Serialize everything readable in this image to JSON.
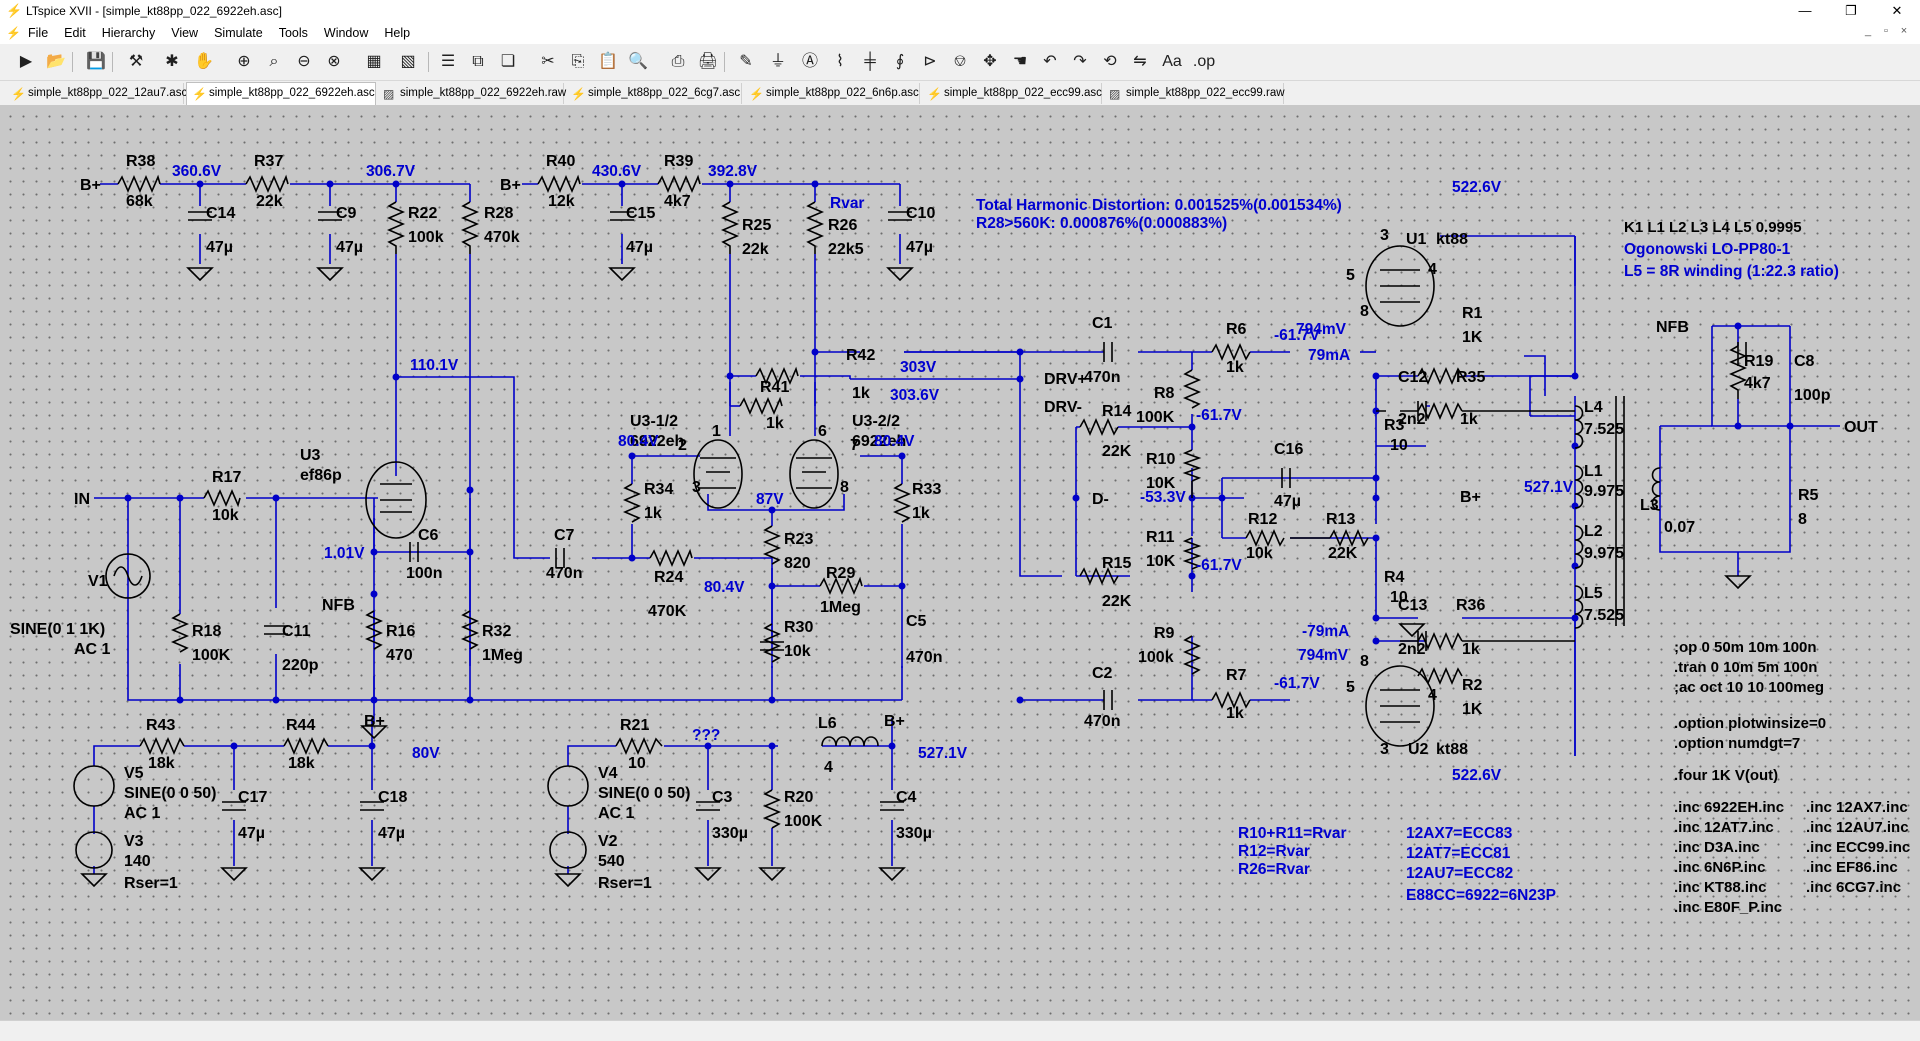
{
  "window": {
    "title": "LTspice XVII - [simple_kt88pp_022_6922eh.asc]",
    "controls": [
      "minimize-icon",
      "restore-icon",
      "close-icon"
    ]
  },
  "menu": [
    "File",
    "Edit",
    "Hierarchy",
    "View",
    "Simulate",
    "Tools",
    "Window",
    "Help"
  ],
  "tabs": [
    {
      "label": "simple_kt88pp_022_12au7.asc",
      "type": "schematic"
    },
    {
      "label": "simple_kt88pp_022_6922eh.asc",
      "type": "schematic",
      "active": true
    },
    {
      "label": "simple_kt88pp_022_6922eh.raw",
      "type": "waveform"
    },
    {
      "label": "simple_kt88pp_022_6cg7.asc",
      "type": "schematic"
    },
    {
      "label": "simple_kt88pp_022_6n6p.asc",
      "type": "schematic"
    },
    {
      "label": "simple_kt88pp_022_ecc99.asc",
      "type": "schematic"
    },
    {
      "label": "simple_kt88pp_022_ecc99.raw",
      "type": "waveform"
    }
  ],
  "labels": {
    "R38": "R38",
    "R38v": "68k",
    "R37": "R37",
    "R37v": "22k",
    "R40": "R40",
    "R40v": "12k",
    "R39": "R39",
    "R39v": "4k7",
    "C14": "C14",
    "C14v": "47µ",
    "C9": "C9",
    "C9v": "47µ",
    "C15": "C15",
    "C15v": "47µ",
    "C10": "C10",
    "C10v": "47µ",
    "R22": "R22",
    "R22v": "100k",
    "R28": "R28",
    "R28v": "470k",
    "R25": "R25",
    "R25v": "22k",
    "R26": "R26",
    "R26v": "22k5",
    "Rvar": "Rvar",
    "R42": "R42",
    "R42v": "1k",
    "R41": "R41",
    "R41v": "1k",
    "U31": "U3-1/2",
    "U31v": "6922eh",
    "U32": "U3-2/2",
    "U32v": "6922eh",
    "U3": "U3",
    "U3v": "ef86p",
    "R17": "R17",
    "R17v": "10k",
    "C6": "C6",
    "C6v": "100n",
    "C7": "C7",
    "C7v": "470n",
    "R34": "R34",
    "R34v": "1k",
    "R33": "R33",
    "R33v": "1k",
    "R23": "R23",
    "R23v": "820",
    "R24": "R24",
    "R24v": "470K",
    "R29": "R29",
    "R29v": "1Meg",
    "R30": "R30",
    "R30v": "10k",
    "C5": "C5",
    "C5v": "470n",
    "V1": "V1",
    "V1v": "SINE(0 1 1K)",
    "V1ac": "AC 1",
    "R18": "R18",
    "R18v": "100K",
    "C11": "C11",
    "C11v": "220p",
    "R16": "R16",
    "R16v": "470",
    "R32": "R32",
    "R32v": "1Meg",
    "C1": "C1",
    "C1v": "470n",
    "R6": "R6",
    "R6v": "1k",
    "R8": "R8",
    "R8v": "100K",
    "R14": "R14",
    "R14v": "22K",
    "R10": "R10",
    "R10v": "10K",
    "C16": "C16",
    "C16v": "47µ",
    "R12": "R12",
    "R12v": "10k",
    "R13": "R13",
    "R13v": "22K",
    "R11": "R11",
    "R11v": "10K",
    "R15": "R15",
    "R15v": "22K",
    "R9": "R9",
    "R9v": "100k",
    "C2": "C2",
    "C2v": "470n",
    "R7": "R7",
    "R7v": "1k",
    "U1": "U1",
    "U1v": "kt88",
    "U2": "U2",
    "U2v": "kt88",
    "R1": "R1",
    "R1v": "1K",
    "R2": "R2",
    "R2v": "1K",
    "C12": "C12",
    "C12v": "2n2",
    "R35": "R35",
    "R35v": "1k",
    "C13": "C13",
    "C13v": "2n2",
    "R36": "R36",
    "R36v": "1k",
    "R3": "R3",
    "R3v": "10",
    "R4": "R4",
    "R4v": "10",
    "L4": "L4",
    "L4v": "7.525",
    "L1": "L1",
    "L1v": "9.975",
    "L2": "L2",
    "L2v": "9.975",
    "L5": "L5",
    "L5v": "7.525",
    "L3": "L3",
    "L3v": "0.07",
    "R19": "R19",
    "R19v": "4k7",
    "C8": "C8",
    "C8v": "100p",
    "R5": "R5",
    "R5v": "8",
    "R43": "R43",
    "R43v": "18k",
    "R44": "R44",
    "R44v": "18k",
    "V5": "V5",
    "V5v": "SINE(0 0 50)",
    "V5ac": "AC 1",
    "C17": "C17",
    "C17v": "47µ",
    "C18": "C18",
    "C18v": "47µ",
    "V3": "V3",
    "V3v": "140",
    "V3r": "Rser=1",
    "R21": "R21",
    "R21v": "10",
    "L6": "L6",
    "L6v": "4",
    "V4": "V4",
    "V4v": "SINE(0 0 50)",
    "V4ac": "AC 1",
    "C3": "C3",
    "C3v": "330µ",
    "R20": "R20",
    "R20v": "100K",
    "C4": "C4",
    "C4v": "330µ",
    "V2": "V2",
    "V2v": "540",
    "V2r": "Rser=1",
    "pin1": "1",
    "pin2": "2",
    "pin3": "3",
    "pin6": "6",
    "pin7": "7",
    "pin8": "8",
    "u1p3": "3",
    "u1p5": "5",
    "u1p4": "4",
    "u1p8": "8",
    "u2p8": "8",
    "u2p5": "5",
    "u2p4": "4",
    "u2p3": "3"
  },
  "nets": {
    "v360": "360.6V",
    "v306": "306.7V",
    "v430": "430.6V",
    "v392": "392.8V",
    "v303": "303V",
    "v3036": "303.6V",
    "v110": "110.1V",
    "v804a": "80.4V",
    "v804b": "80.4V",
    "v804c": "80.4V",
    "v87": "87V",
    "v101": "1.01V",
    "v617a": "-61.7V",
    "v617b": "-61.7V",
    "v617c": "-61.7V",
    "v617d": "-61.7V",
    "v533": "-53.3V",
    "v522a": "522.6V",
    "v522b": "522.6V",
    "v527": "527.1V",
    "v527b": "527.1V",
    "mv794a": "794mV",
    "ma79a": "79mA",
    "ma79b": "-79mA",
    "mv794b": "794mV",
    "v80": "80V",
    "vq": "???"
  },
  "netlabels": {
    "bp1": "B+",
    "bp2": "B+",
    "bp3": "B+",
    "bp4": "B+",
    "bp5": "B+",
    "drvp": "DRV+",
    "drvm": "DRV-",
    "dm": "D-",
    "nfb1": "NFB",
    "nfb2": "NFB",
    "in": "IN",
    "out": "OUT"
  },
  "directives": {
    "thd": "Total Harmonic Distortion: 0.001525%(0.001534%)",
    "r28": "R28>560K: 0.000876%(0.000883%)",
    "k1": "K1 L1 L2 L3 L4 L5 0.9995",
    "ogo": "Ogonowski LO-PP80-1",
    "l5": "L5 = 8R winding (1:22.3 ratio)",
    "op": ";op 0 50m 10m 100n",
    "tran": ".tran 0 10m 5m 100n",
    "ac": ";ac oct 10 10 100meg",
    "opt1": ".option plotwinsize=0",
    "opt2": ".option numdgt=7",
    "four": ".four 1K V(out)",
    "inc1": ".inc 6922EH.inc",
    "inc2": ".inc 12AT7.inc",
    "inc3": ".inc D3A.inc",
    "inc4": ".inc 6N6P.inc",
    "inc5": ".inc KT88.inc",
    "inc6": ".inc E80F_P.inc",
    "inc7": ".inc 12AX7.inc",
    "inc8": ".inc 12AU7.inc",
    "inc9": ".inc ECC99.inc",
    "inc10": ".inc EF86.inc",
    "inc11": ".inc 6CG7.inc",
    "rv1": "R10+R11=Rvar",
    "rv2": "R12=Rvar",
    "rv3": "R26=Rvar",
    "eq1": "12AX7=ECC83",
    "eq2": "12AT7=ECC81",
    "eq3": "12AU7=ECC82",
    "eq4": "E88CC=6922=6N23P"
  }
}
